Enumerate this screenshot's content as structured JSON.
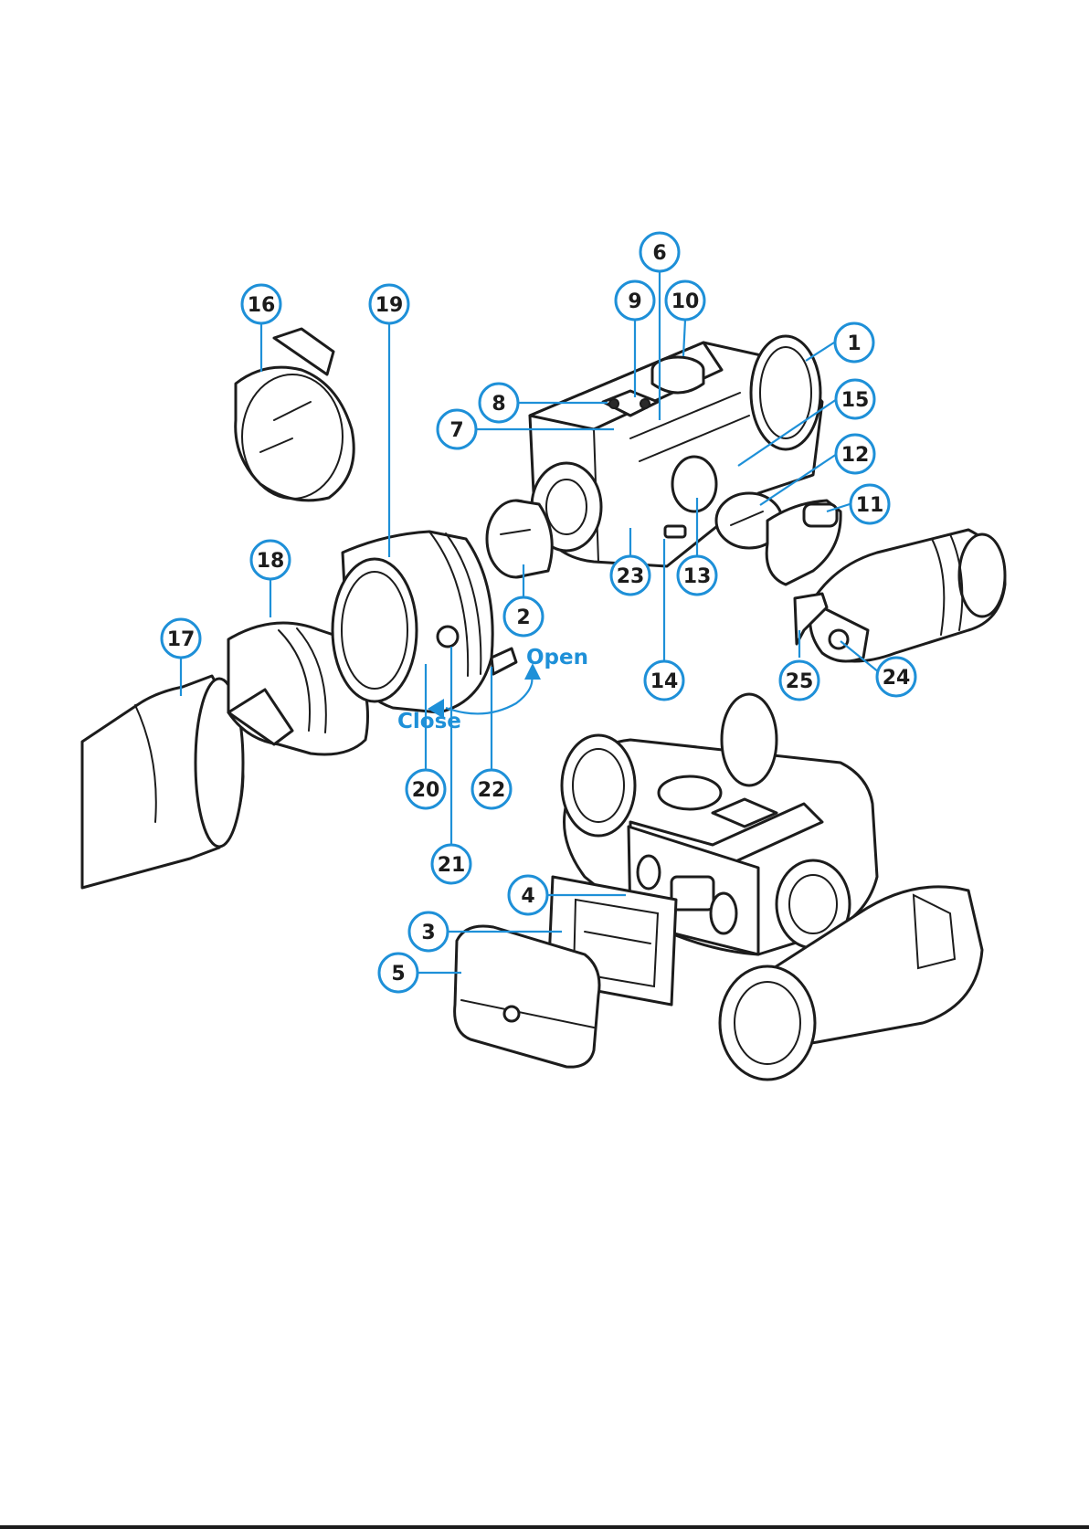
{
  "colors": {
    "accent": "#1e90d8",
    "line": "#1c1c1c",
    "background": "#ffffff"
  },
  "diagram": {
    "arrow_labels": {
      "open": "Open",
      "close": "Close"
    },
    "callouts": [
      {
        "id": "c1",
        "label": "1"
      },
      {
        "id": "c2",
        "label": "2"
      },
      {
        "id": "c3",
        "label": "3"
      },
      {
        "id": "c4",
        "label": "4"
      },
      {
        "id": "c5",
        "label": "5"
      },
      {
        "id": "c6",
        "label": "6"
      },
      {
        "id": "c7",
        "label": "7"
      },
      {
        "id": "c8",
        "label": "8"
      },
      {
        "id": "c9",
        "label": "9"
      },
      {
        "id": "c10",
        "label": "10"
      },
      {
        "id": "c11",
        "label": "11"
      },
      {
        "id": "c12",
        "label": "12"
      },
      {
        "id": "c13",
        "label": "13"
      },
      {
        "id": "c14",
        "label": "14"
      },
      {
        "id": "c15",
        "label": "15"
      },
      {
        "id": "c16",
        "label": "16"
      },
      {
        "id": "c17",
        "label": "17"
      },
      {
        "id": "c18",
        "label": "18"
      },
      {
        "id": "c19",
        "label": "19"
      },
      {
        "id": "c20",
        "label": "20"
      },
      {
        "id": "c21",
        "label": "21"
      },
      {
        "id": "c22",
        "label": "22"
      },
      {
        "id": "c23",
        "label": "23"
      },
      {
        "id": "c24",
        "label": "24"
      },
      {
        "id": "c25",
        "label": "25"
      }
    ]
  }
}
